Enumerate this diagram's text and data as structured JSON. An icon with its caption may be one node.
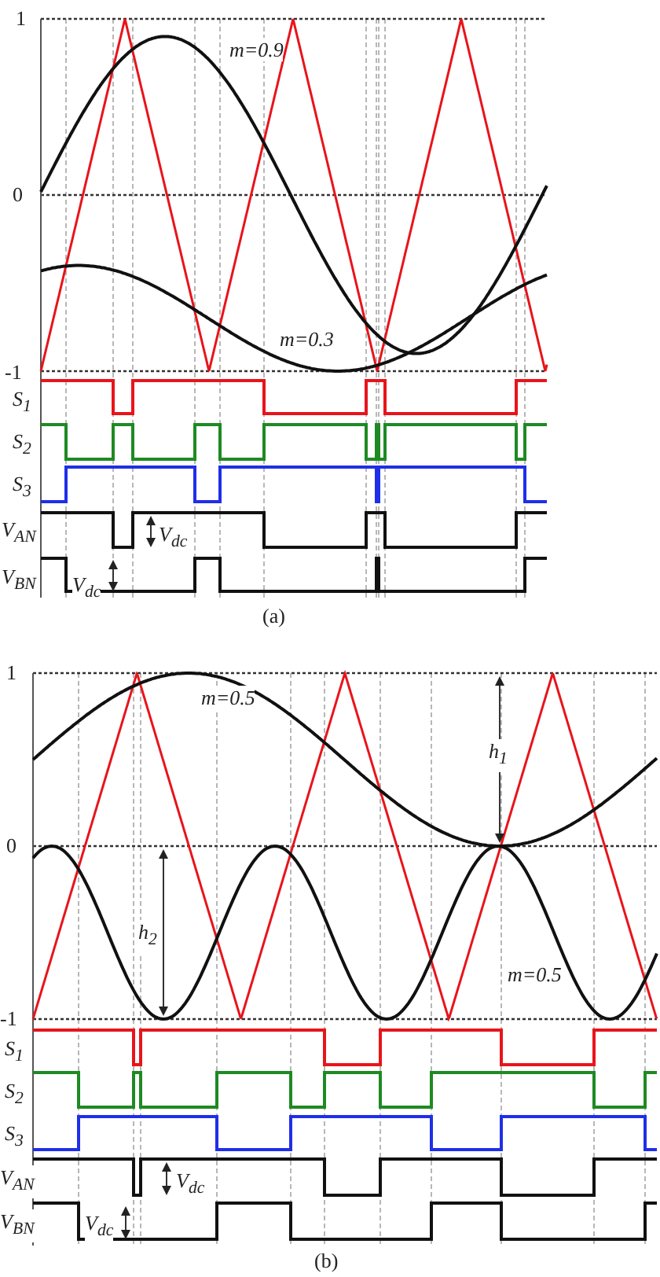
{
  "diagram": {
    "labels": [
      "1",
      "m=0.9",
      "0",
      "m=0.3",
      "-1",
      "S$_{1}$",
      "S$_{2}$",
      "S$_{3}$",
      "V$_{AN}$",
      "V$_{dc}$",
      "V$_{BN}$",
      "V$_{dc}$",
      "(a)",
      "1",
      "m=0.5",
      "h$_{1}$",
      "0",
      "h$_{2}$",
      "m=0.5",
      "-1",
      "S$_{1}$",
      "S$_{2}$",
      "S$_{3}$",
      "V$_{AN}$",
      "V$_{dc}$",
      "V$_{BN}$",
      "V$_{dc}$",
      "(b)"
    ]
  }
}
